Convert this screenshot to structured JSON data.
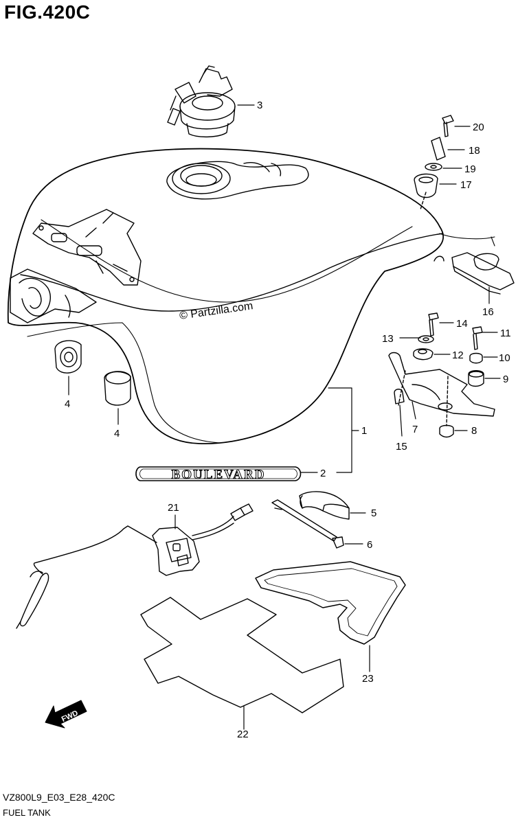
{
  "figure": {
    "title": "FIG.420C",
    "watermark": "© Partzilla.com",
    "emblem_text": "BOULEVARD",
    "fwd_label": "FWD",
    "footer_code": "VZ800L9_E03_E28_420C",
    "footer_caption": "FUEL TANK"
  },
  "callouts": {
    "p1": "1",
    "p2": "2",
    "p3": "3",
    "p4a": "4",
    "p4b": "4",
    "p5": "5",
    "p6": "6",
    "p7": "7",
    "p8": "8",
    "p9": "9",
    "p10": "10",
    "p11": "11",
    "p12": "12",
    "p13": "13",
    "p14": "14",
    "p15": "15",
    "p16": "16",
    "p17": "17",
    "p18": "18",
    "p19": "19",
    "p20": "20",
    "p21": "21",
    "p22": "22",
    "p23": "23"
  },
  "colors": {
    "line": "#000000",
    "background": "#ffffff"
  }
}
